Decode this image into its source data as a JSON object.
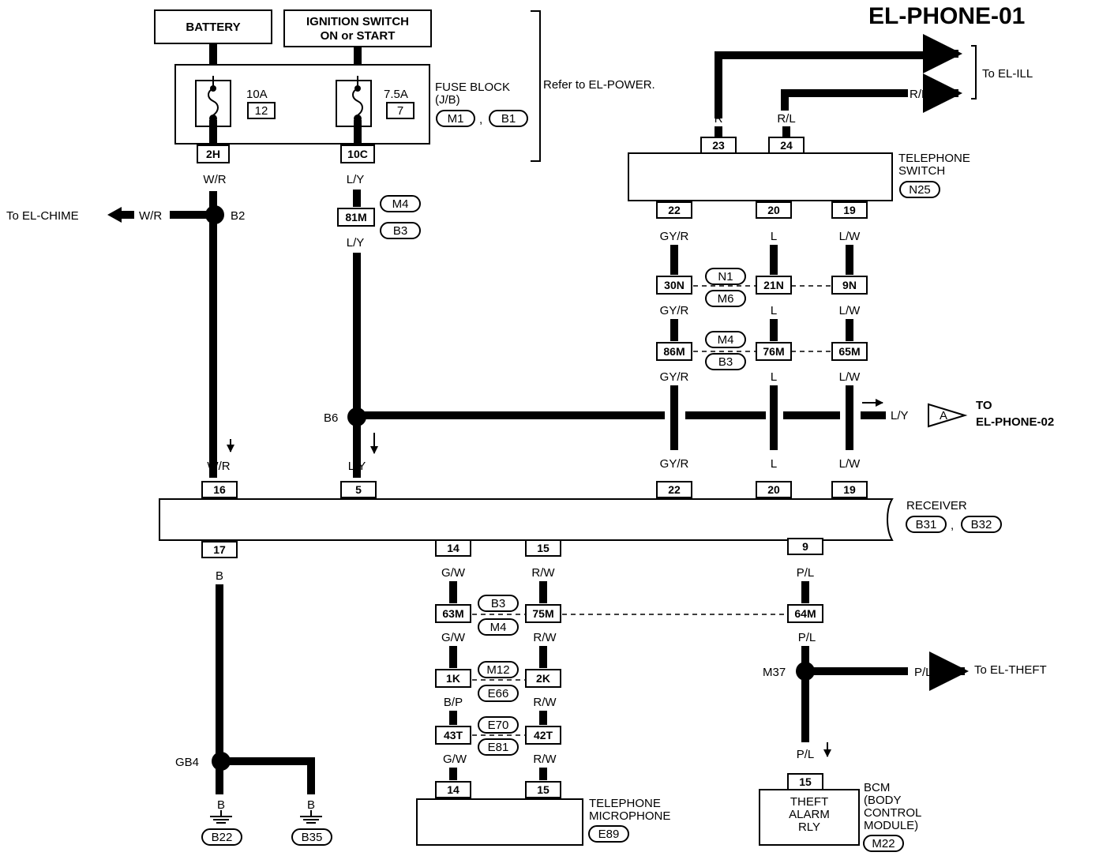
{
  "title": "EL-PHONE-01",
  "sources": {
    "battery": "BATTERY",
    "ignition_line1": "IGNITION SWITCH",
    "ignition_line2": "ON or START"
  },
  "fuse_block": {
    "label_line1": "FUSE BLOCK",
    "label_line2": "(J/B)",
    "conn_a": "M1",
    "conn_sep": ",",
    "conn_b": "B1",
    "refer": "Refer to EL-POWER.",
    "fuse1_amp": "10A",
    "fuse1_num": "12",
    "fuse2_amp": "7.5A",
    "fuse2_num": "7",
    "term1": "2H",
    "term2": "10C"
  },
  "to_el_ill": "To EL-ILL",
  "to_el_chime": "To EL-CHIME",
  "to_el_theft": "To EL-THEFT",
  "to_el_phone02_line1": "TO",
  "to_el_phone02_line2": "EL-PHONE-02",
  "connector_a": "A",
  "telephone_switch": {
    "line1": "TELEPHONE",
    "line2": "SWITCH",
    "conn": "N25"
  },
  "receiver": {
    "label": "RECEIVER",
    "conn_a": "B31",
    "sep": ",",
    "conn_b": "B32"
  },
  "microphone": {
    "line1": "TELEPHONE",
    "line2": "MICROPHONE",
    "conn": "E89"
  },
  "bcm": {
    "line1": "BCM",
    "line2": "(BODY",
    "line3": "CONTROL",
    "line4": "MODULE)",
    "inner1": "THEFT",
    "inner2": "ALARM",
    "inner3": "RLY",
    "conn": "M22",
    "pin": "15"
  },
  "splices": {
    "b2": "B2",
    "b6": "B6",
    "gb4": "GB4",
    "m37": "M37"
  },
  "grounds": {
    "g1": "B22",
    "g2": "B35"
  },
  "wire_colors": {
    "wr": "W/R",
    "ly": "L/Y",
    "gyr": "GY/R",
    "l": "L",
    "lw": "L/W",
    "r": "R",
    "rl": "R/L",
    "b": "B",
    "gw": "G/W",
    "rw": "R/W",
    "pl": "P/L",
    "bp": "B/P"
  },
  "connectors": {
    "c81m": "81M",
    "m4": "M4",
    "b3": "B3",
    "c30n": "30N",
    "c21n": "21N",
    "c9n": "9N",
    "n1": "N1",
    "m6": "M6",
    "c86m": "86M",
    "c76m": "76M",
    "c65m": "65M",
    "c63m": "63M",
    "c75m": "75M",
    "c64m": "64M",
    "c1k": "1K",
    "c2k": "2K",
    "m12": "M12",
    "e66": "E66",
    "c43t": "43T",
    "c42t": "42T",
    "e70": "E70",
    "e81": "E81"
  },
  "pins": {
    "p23": "23",
    "p24": "24",
    "p22": "22",
    "p20": "20",
    "p19": "19",
    "p16": "16",
    "p5": "5",
    "p17": "17",
    "p14": "14",
    "p15": "15",
    "p9": "9"
  }
}
